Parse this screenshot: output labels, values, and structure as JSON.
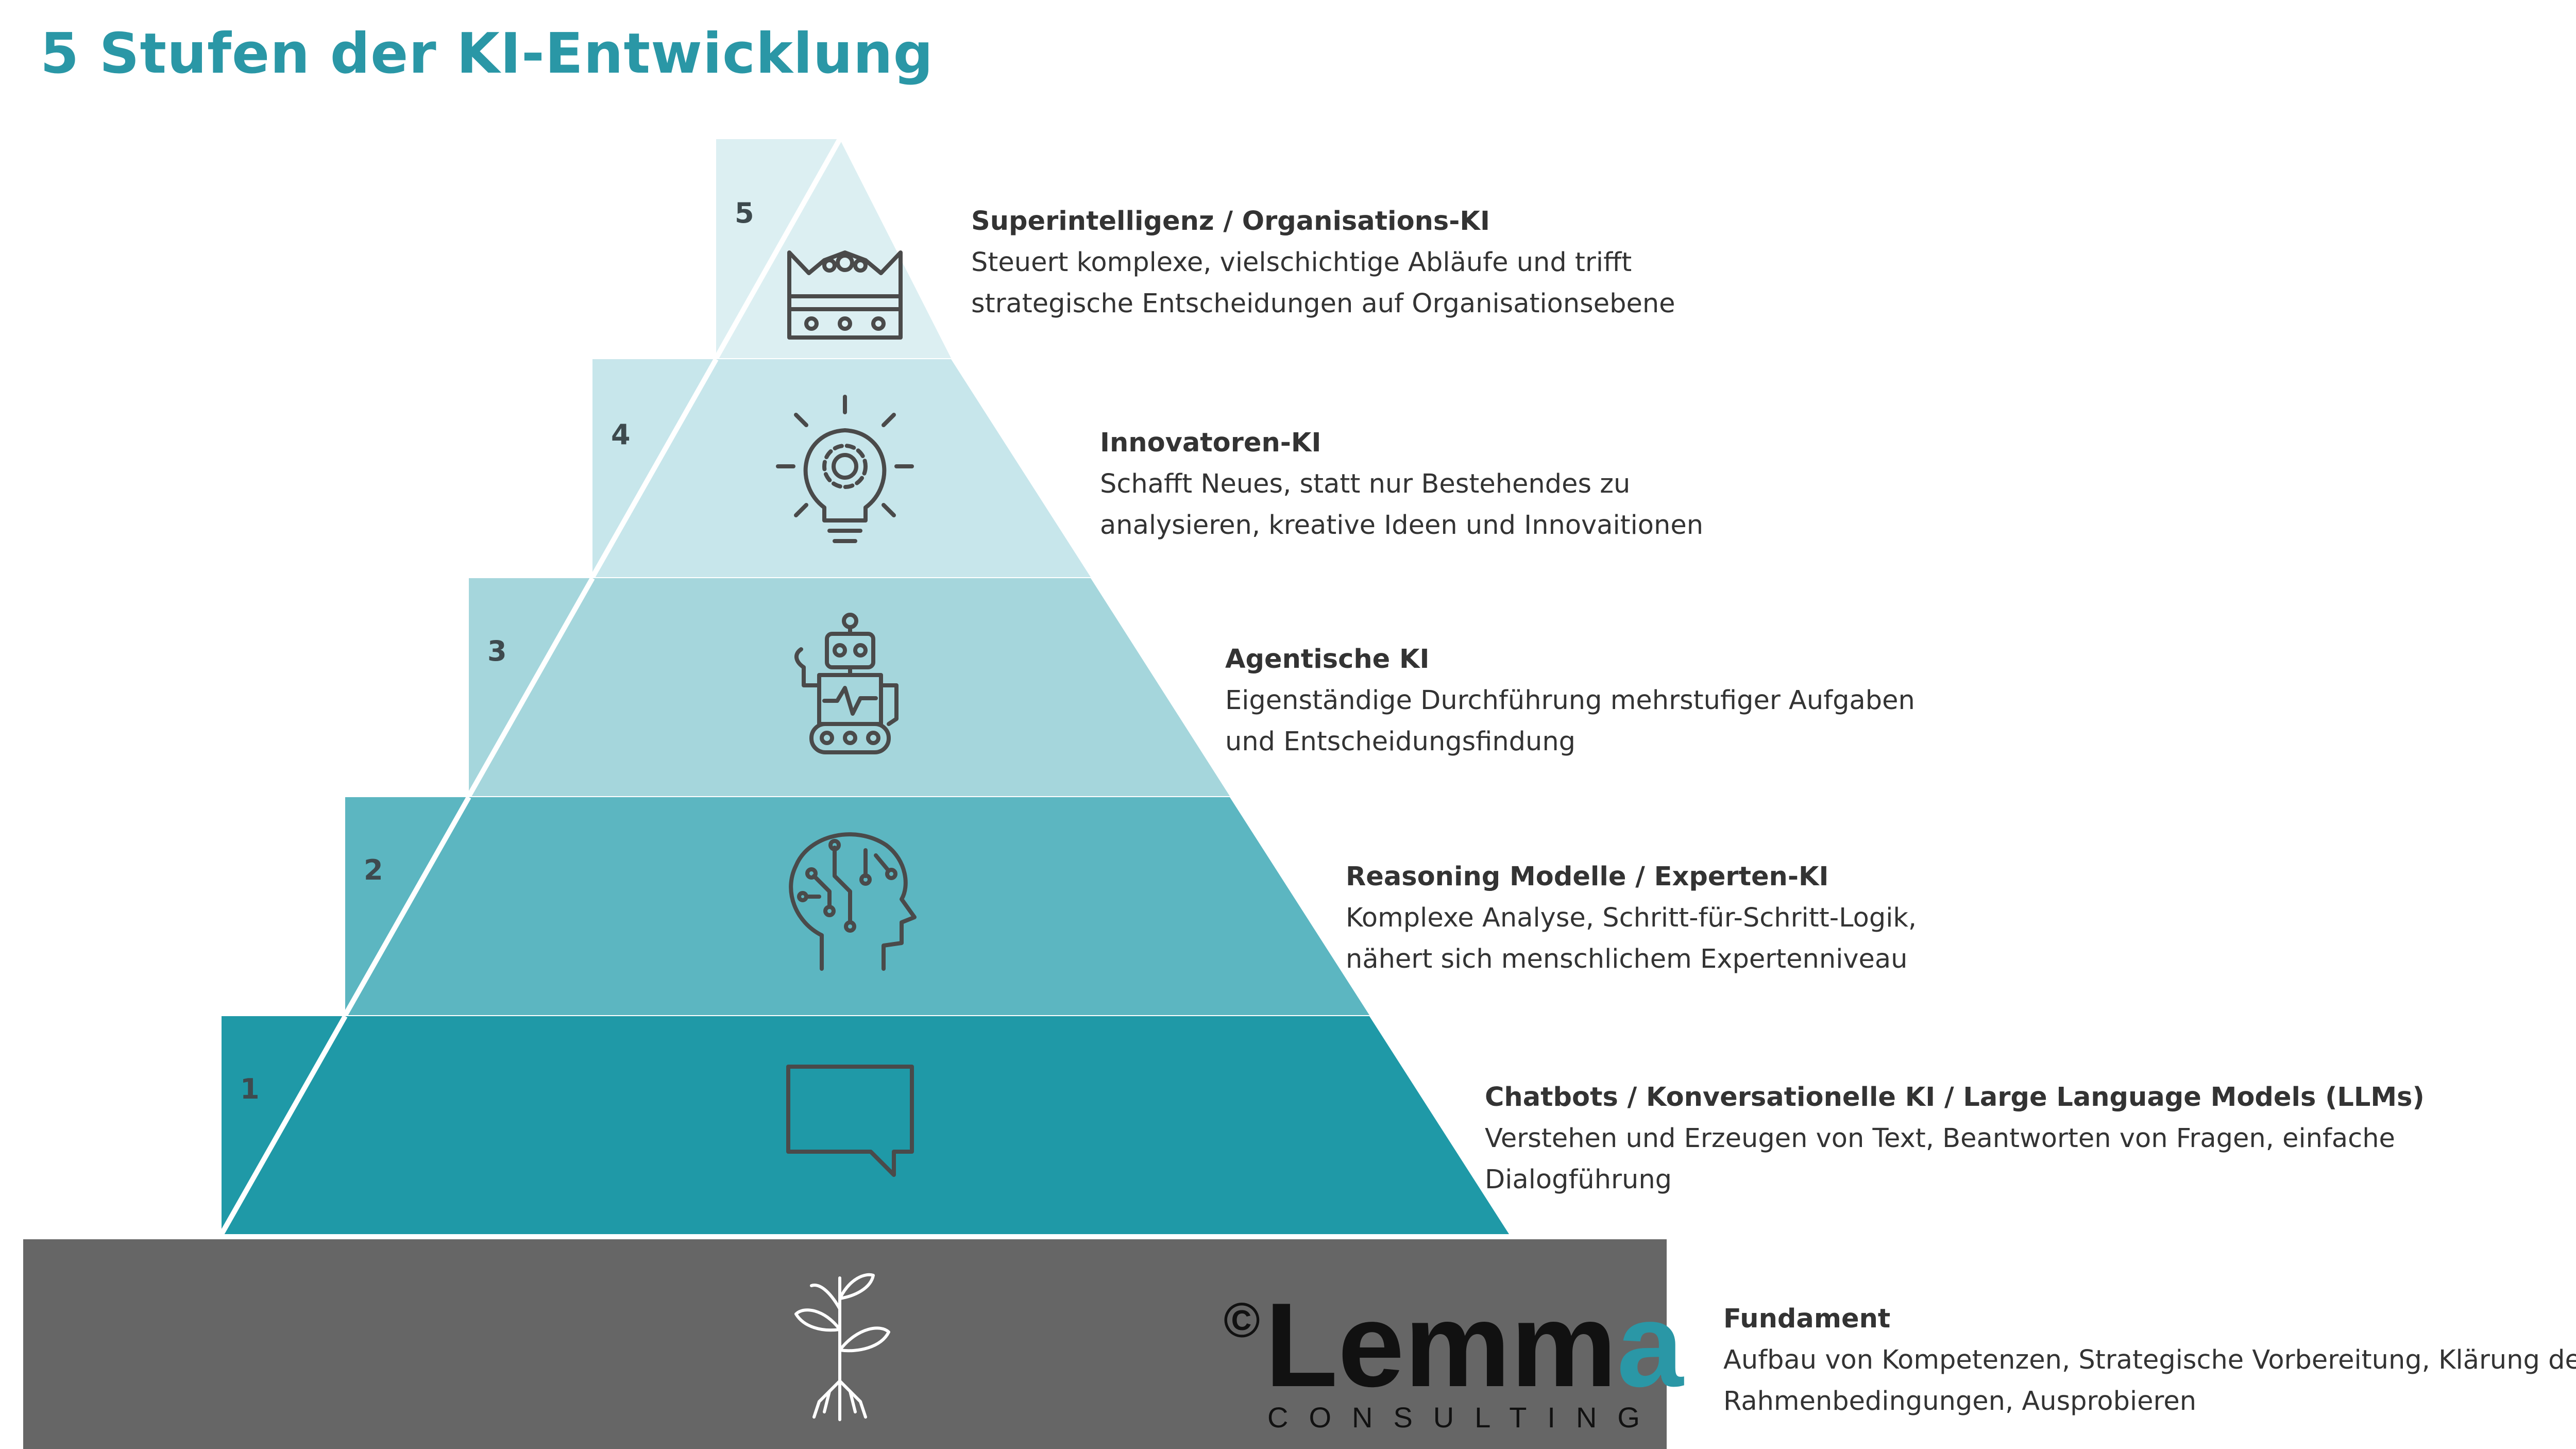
{
  "title": "5 Stufen der KI-Entwicklung",
  "colors": {
    "title": "#2a97a6",
    "level5": "#dceff2",
    "level4": "#c7e6eb",
    "level3": "#a5d6dc",
    "level2": "#5cb6c1",
    "level1": "#1f99a7",
    "foundation": "#666666"
  },
  "levels": [
    {
      "number": "5",
      "icon": "crown-icon",
      "heading": "Superintelligenz / Organisations-KI",
      "lines": [
        "Steuert komplexe, vielschichtige Abläufe und trifft",
        "strategische Entscheidungen auf Organisationsebene"
      ]
    },
    {
      "number": "4",
      "icon": "lightbulb-gear-icon",
      "heading": "Innovatoren-KI",
      "lines": [
        "Schafft Neues, statt nur Bestehendes zu",
        "analysieren, kreative Ideen und Innovaitionen"
      ]
    },
    {
      "number": "3",
      "icon": "robot-icon",
      "heading": "Agentische KI",
      "lines": [
        "Eigenständige Durchführung mehrstufiger Aufgaben",
        "und Entscheidungsfindung"
      ]
    },
    {
      "number": "2",
      "icon": "brain-circuit-head-icon",
      "heading": "Reasoning Modelle / Experten-KI",
      "lines": [
        "Komplexe Analyse, Schritt-für-Schritt-Logik,",
        "nähert sich menschlichem Expertenniveau"
      ]
    },
    {
      "number": "1",
      "icon": "chat-bubble-icon",
      "heading": "Chatbots / Konversationelle KI / Large Language Models (LLMs)",
      "lines": [
        "Verstehen und Erzeugen von Text, Beantworten von Fragen, einfache",
        "Dialogführung"
      ]
    }
  ],
  "foundation": {
    "icon": "sprout-icon",
    "heading": "Fundament",
    "lines": [
      "Aufbau von Kompetenzen, Strategische Vorbereitung, Klärung der",
      "Rahmenbedingungen, Ausprobieren"
    ]
  },
  "logo": {
    "copyright": "©",
    "name_main": "Lemm",
    "name_accent": "a",
    "subtitle": "CONSULTING",
    "accent_color": "#2a97a6"
  }
}
